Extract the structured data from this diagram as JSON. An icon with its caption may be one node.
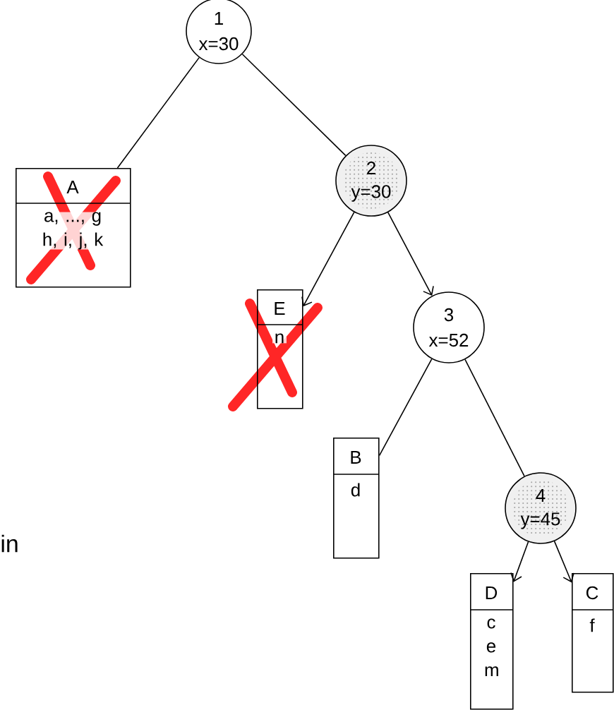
{
  "diagram": {
    "nodes": [
      {
        "text": [
          "1",
          "x=30"
        ]
      },
      {
        "text": [
          "A",
          "a, ..., g h, i, j, k"
        ]
      },
      {
        "text": [
          "2",
          "y=30"
        ]
      },
      {
        "text": [
          "E",
          "n"
        ]
      },
      {
        "text": [
          "3",
          "x=52"
        ]
      },
      {
        "text": [
          "B",
          "d"
        ]
      },
      {
        "text": [
          "4",
          "y=45"
        ]
      },
      {
        "text": [
          "D",
          "c e m"
        ]
      },
      {
        "text": [
          "C",
          "f"
        ]
      }
    ],
    "edges": [
      {
        "from": 0,
        "to": 1,
        "arrow": "none"
      },
      {
        "from": 0,
        "to": 2,
        "arrow": "none"
      },
      {
        "from": 2,
        "to": 3,
        "arrow": "to"
      },
      {
        "from": 2,
        "to": 4,
        "arrow": "to"
      },
      {
        "from": 4,
        "to": 5,
        "arrow": "none"
      },
      {
        "from": 4,
        "to": 6,
        "arrow": "none"
      },
      {
        "from": 6,
        "to": 7,
        "arrow": "to"
      },
      {
        "from": 6,
        "to": 8,
        "arrow": "to"
      }
    ],
    "labels": [
      "in"
    ]
  }
}
